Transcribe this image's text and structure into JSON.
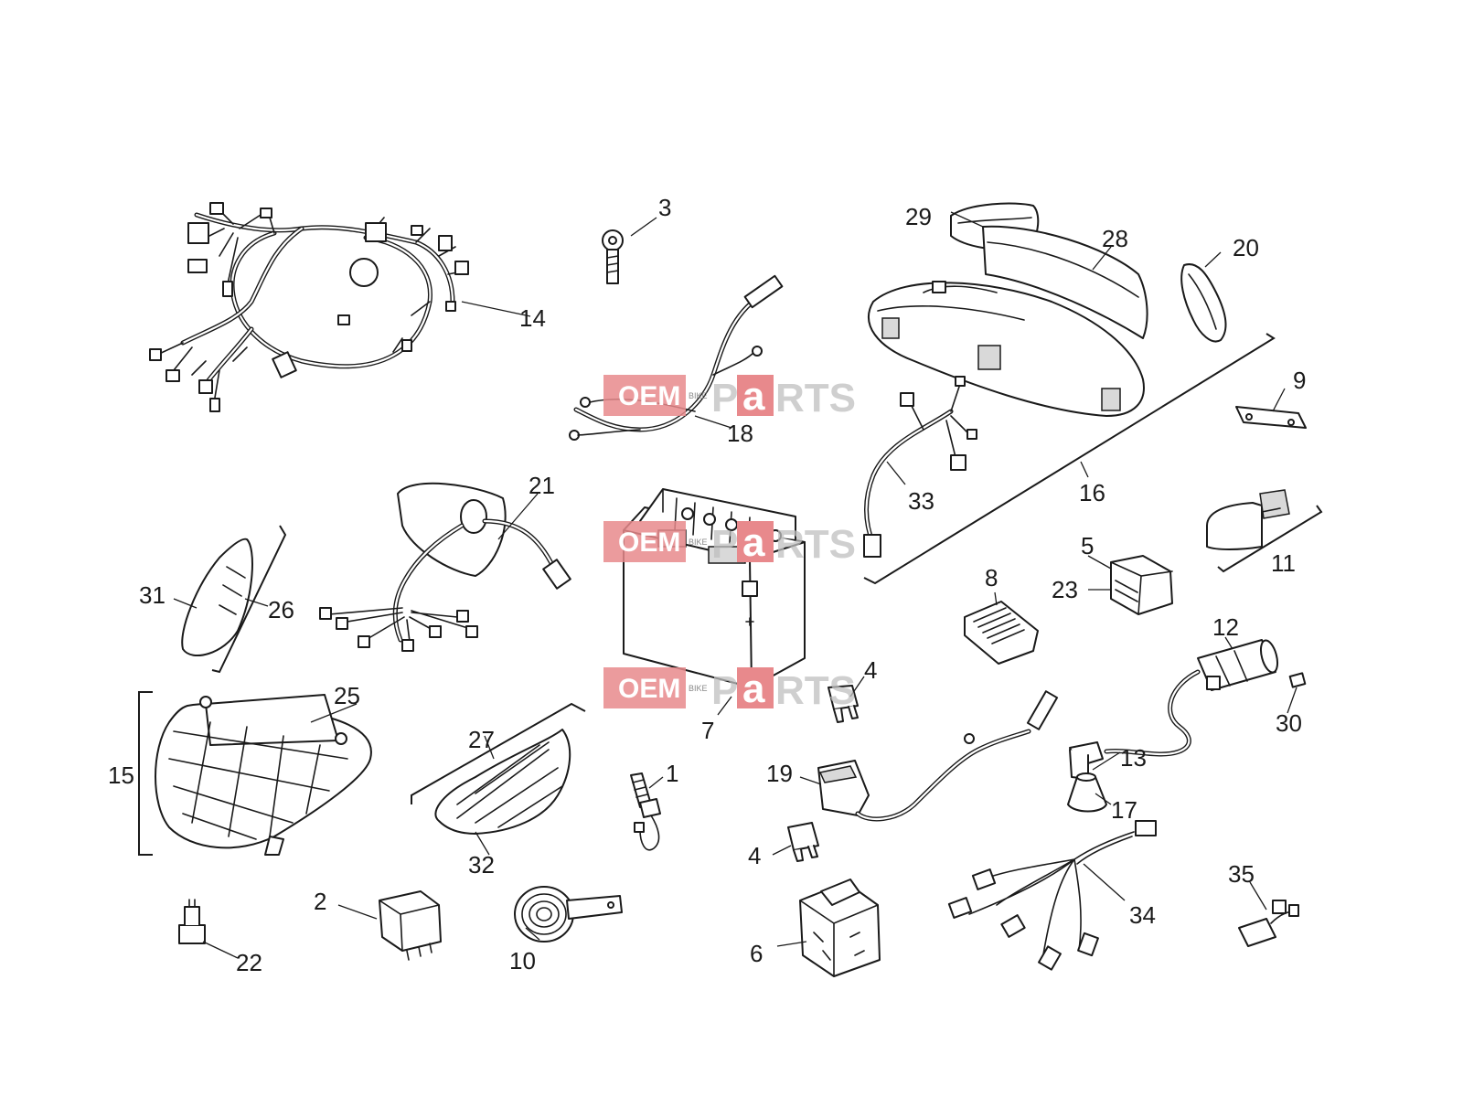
{
  "watermark": {
    "oem": "OEM",
    "bike": "BIKE",
    "p": "P",
    "a": "a",
    "rts": "RTS"
  },
  "callouts": [
    {
      "id": "c1",
      "label": "1"
    },
    {
      "id": "c2",
      "label": "2"
    },
    {
      "id": "c3",
      "label": "3"
    },
    {
      "id": "c4a",
      "label": "4"
    },
    {
      "id": "c4b",
      "label": "4"
    },
    {
      "id": "c5",
      "label": "5"
    },
    {
      "id": "c6",
      "label": "6"
    },
    {
      "id": "c7",
      "label": "7"
    },
    {
      "id": "c8",
      "label": "8"
    },
    {
      "id": "c9",
      "label": "9"
    },
    {
      "id": "c10",
      "label": "10"
    },
    {
      "id": "c11",
      "label": "11"
    },
    {
      "id": "c12",
      "label": "12"
    },
    {
      "id": "c13",
      "label": "13"
    },
    {
      "id": "c14",
      "label": "14"
    },
    {
      "id": "c15",
      "label": "15"
    },
    {
      "id": "c16",
      "label": "16"
    },
    {
      "id": "c17",
      "label": "17"
    },
    {
      "id": "c18",
      "label": "18"
    },
    {
      "id": "c19",
      "label": "19"
    },
    {
      "id": "c20",
      "label": "20"
    },
    {
      "id": "c21",
      "label": "21"
    },
    {
      "id": "c22",
      "label": "22"
    },
    {
      "id": "c23",
      "label": "23"
    },
    {
      "id": "c25",
      "label": "25"
    },
    {
      "id": "c26",
      "label": "26"
    },
    {
      "id": "c27",
      "label": "27"
    },
    {
      "id": "c28",
      "label": "28"
    },
    {
      "id": "c29",
      "label": "29"
    },
    {
      "id": "c30",
      "label": "30"
    },
    {
      "id": "c31",
      "label": "31"
    },
    {
      "id": "c32",
      "label": "32"
    },
    {
      "id": "c33",
      "label": "33"
    },
    {
      "id": "c34",
      "label": "34"
    },
    {
      "id": "c35",
      "label": "35"
    }
  ],
  "colors": {
    "line": "#1a1a1a",
    "watermark_accent": "#e8898c",
    "watermark_gray": "#bfbfbf"
  }
}
